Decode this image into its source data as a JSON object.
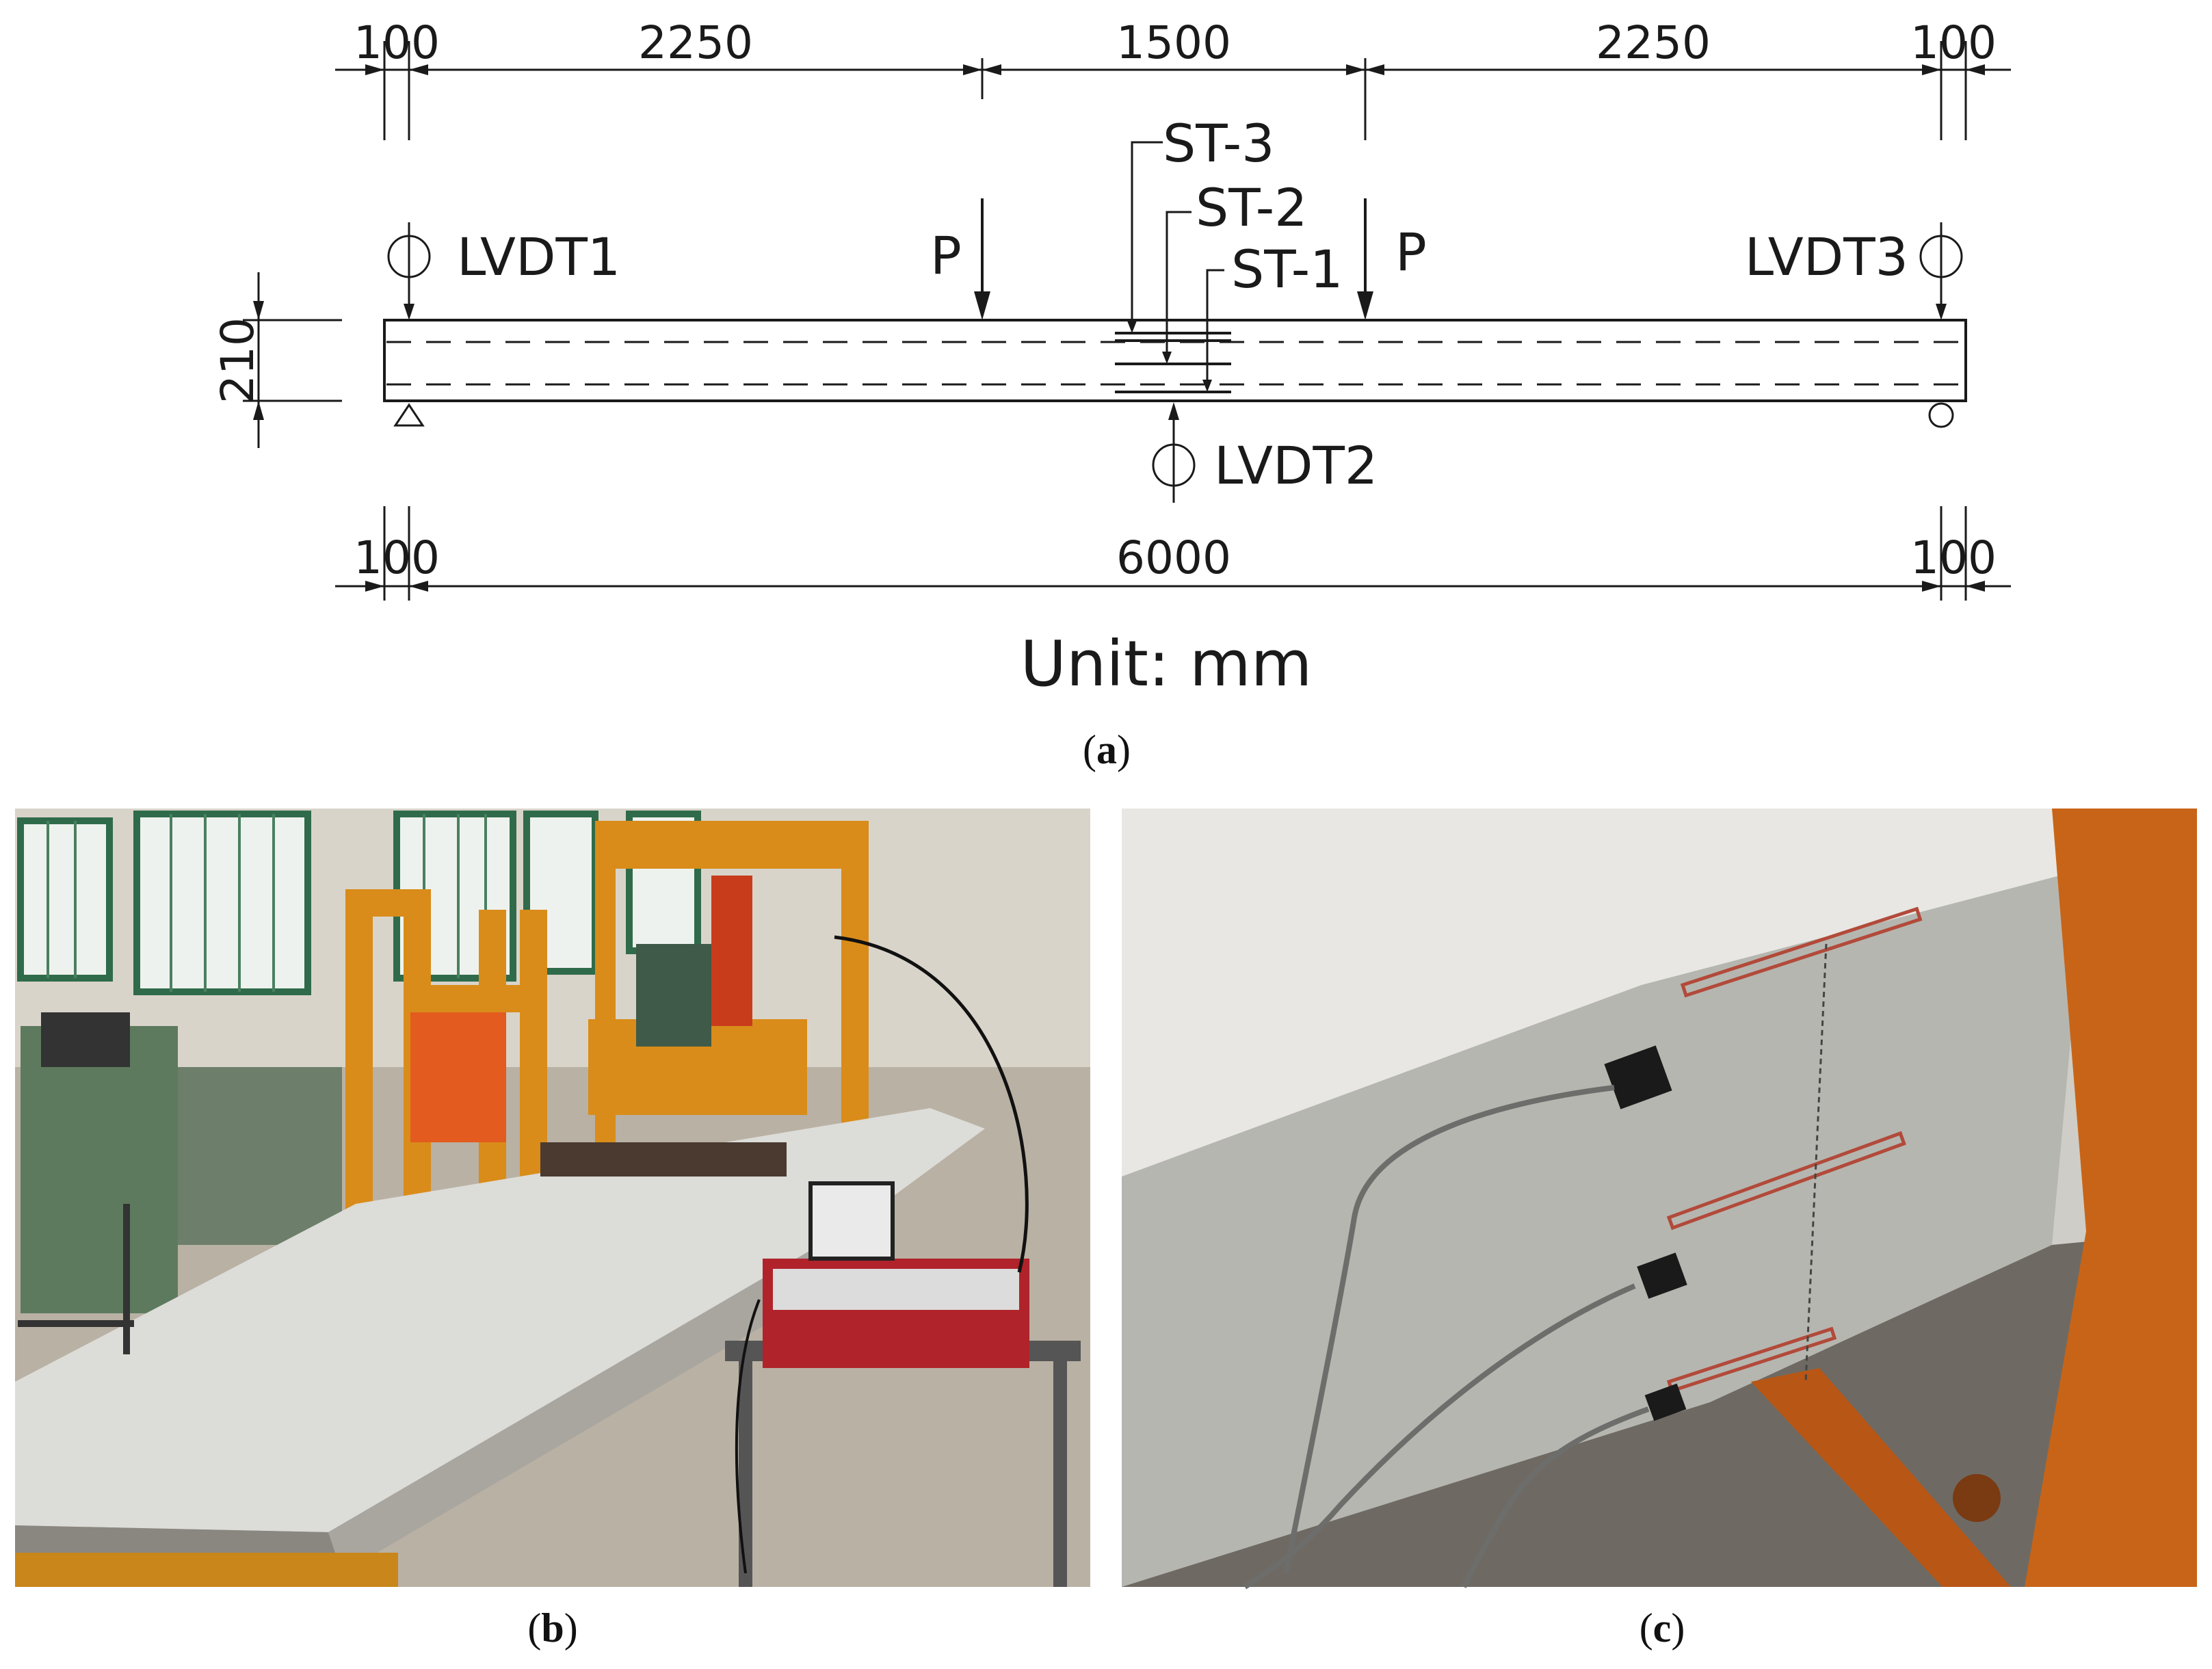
{
  "diagram": {
    "dimensions_top": [
      "100",
      "2250",
      "1500",
      "2250",
      "100"
    ],
    "dimensions_bottom": [
      "100",
      "6000",
      "100"
    ],
    "height_dim": "210",
    "load_label": "P",
    "lvdt_labels": [
      "LVDT1",
      "LVDT2",
      "LVDT3"
    ],
    "strain_labels": [
      "ST-3",
      "ST-2",
      "ST-1"
    ],
    "unit_label": "Unit: mm"
  },
  "captions": {
    "a": "a",
    "b": "b",
    "c": "c"
  }
}
